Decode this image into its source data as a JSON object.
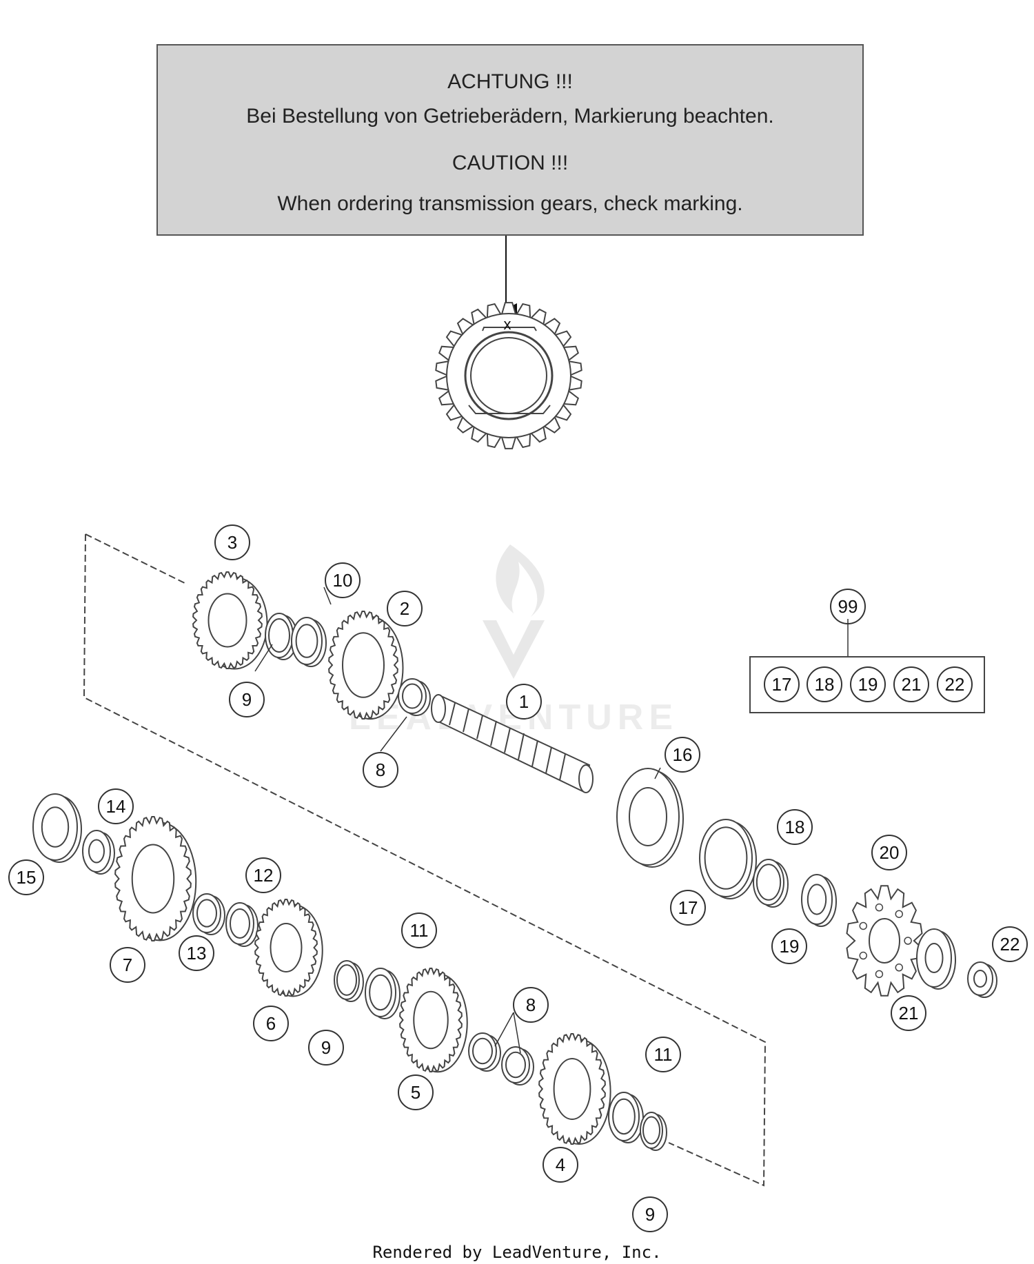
{
  "caution": {
    "de_title": "ACHTUNG !!!",
    "de_text": "Bei Bestellung von Getrieberädern, Markierung beachten.",
    "en_title": "CAUTION !!!",
    "en_text": "When ordering transmission gears, check marking."
  },
  "gear_mark": "x",
  "callouts": [
    {
      "id": "c3",
      "label": "3"
    },
    {
      "id": "c10",
      "label": "10"
    },
    {
      "id": "c2",
      "label": "2"
    },
    {
      "id": "c9a",
      "label": "9"
    },
    {
      "id": "c1",
      "label": "1"
    },
    {
      "id": "c8a",
      "label": "8"
    },
    {
      "id": "c16",
      "label": "16"
    },
    {
      "id": "c14",
      "label": "14"
    },
    {
      "id": "c15",
      "label": "15"
    },
    {
      "id": "c12",
      "label": "12"
    },
    {
      "id": "c7",
      "label": "7"
    },
    {
      "id": "c13",
      "label": "13"
    },
    {
      "id": "c11a",
      "label": "11"
    },
    {
      "id": "c6",
      "label": "6"
    },
    {
      "id": "c9b",
      "label": "9"
    },
    {
      "id": "c8b",
      "label": "8"
    },
    {
      "id": "c5",
      "label": "5"
    },
    {
      "id": "c11b",
      "label": "11"
    },
    {
      "id": "c4",
      "label": "4"
    },
    {
      "id": "c9c",
      "label": "9"
    },
    {
      "id": "c18",
      "label": "18"
    },
    {
      "id": "c20",
      "label": "20"
    },
    {
      "id": "c17",
      "label": "17"
    },
    {
      "id": "c19",
      "label": "19"
    },
    {
      "id": "c22",
      "label": "22"
    },
    {
      "id": "c21",
      "label": "21"
    },
    {
      "id": "c99",
      "label": "99"
    }
  ],
  "kit": {
    "items": [
      {
        "id": "k17",
        "label": "17"
      },
      {
        "id": "k18",
        "label": "18"
      },
      {
        "id": "k19",
        "label": "19"
      },
      {
        "id": "k21",
        "label": "21"
      },
      {
        "id": "k22",
        "label": "22"
      }
    ]
  },
  "watermark": "LEADVENTURE",
  "footer": "Rendered by LeadVenture, Inc."
}
